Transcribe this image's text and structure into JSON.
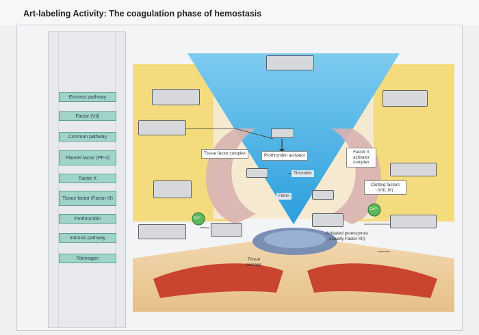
{
  "header": {
    "title": "Art-labeling Activity: The coagulation phase of hemostasis"
  },
  "label_bank": [
    "Extrinsic pathway",
    "Factor (VII)",
    "Common pathway",
    "Platelet factor (PF-3)",
    "Factor X",
    "Tissue factor (Factor III)",
    "Prothrombin",
    "Intrinsic pathway",
    "Fibrinogen"
  ],
  "diagram": {
    "labels": {
      "tissue_factor_complex": "Tissue factor complex",
      "prothrombin_activator": "Prothrombin activator",
      "factor_x_activator": "Factor X activator complex",
      "thrombin": "Thrombin",
      "fibrin": "Fibrin",
      "clotting_factors": "Clotting factors (VIII, IX)",
      "activated_proenzymes": "Activated proenzymes (usually Factor XII)",
      "tissue_damage": "Tissue damage",
      "calcium": "Ca²⁺"
    }
  },
  "colors": {
    "tile": "#9fd4c8",
    "yellow_region": "#f4dc7e",
    "blue_funnel": "#4fb8e8",
    "arrow_band": "#d9b2b0"
  }
}
